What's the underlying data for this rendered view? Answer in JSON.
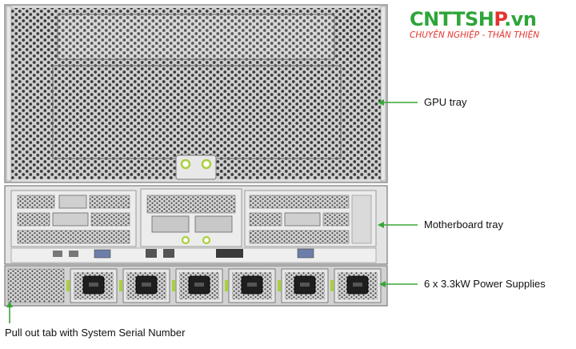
{
  "logo": {
    "brand_part1": "CNTTSH",
    "brand_part2": "P",
    "brand_part3": ".vn",
    "tagline": "CHUYÊN NGHIỆP - THÂN THIỆN"
  },
  "labels": {
    "gpu_tray": "GPU tray",
    "motherboard_tray": "Motherboard tray",
    "power_supplies": "6 x 3.3kW Power Supplies",
    "pull_out_tab": "Pull out tab with System Serial Number"
  },
  "colors": {
    "arrow": "#3aa53a",
    "chassis": "#d6d6d6",
    "chassis_dark": "#8a8a8a",
    "psu_latch": "#a9d13a",
    "logo_green": "#2ea53a",
    "logo_red": "#e3342f"
  },
  "power_supply_count": 6
}
